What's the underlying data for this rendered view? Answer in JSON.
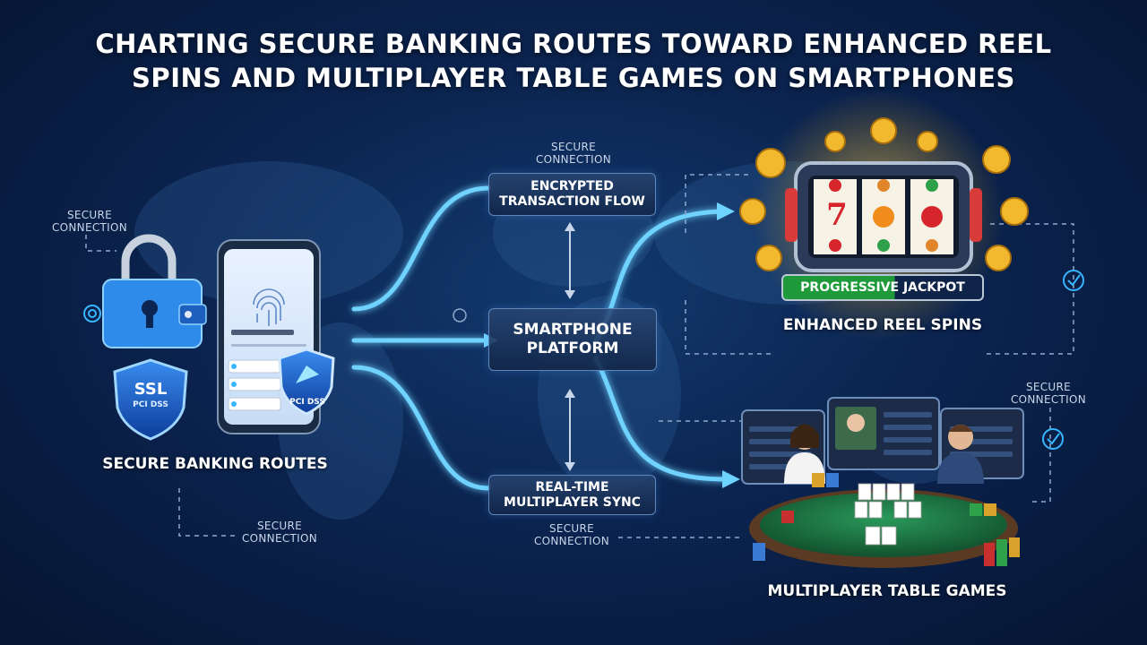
{
  "title_line1": "CHARTING SECURE BANKING ROUTES TOWARD ENHANCED REEL",
  "title_line2": "SPINS AND MULTIPLAYER TABLE GAMES ON SMARTPHONES",
  "secure_connection": "SECURE CONNECTION",
  "boxes": {
    "encrypted": "ENCRYPTED TRANSACTION FLOW",
    "platform": "SMARTPHONE PLATFORM",
    "sync": "REAL-TIME MULTIPLAYER SYNC"
  },
  "sections": {
    "banking": "SECURE BANKING ROUTES",
    "reels": "ENHANCED REEL SPINS",
    "table": "MULTIPLAYER TABLE GAMES"
  },
  "badges": {
    "ssl": "SSL",
    "pci_shield": "PCI DSS",
    "pci_phone": "PCI DSS",
    "jackpot": "PROGRESSIVE JACKPOT",
    "slot_seven": "7"
  },
  "colors": {
    "accent": "#38b6ff",
    "flow": "#6fd3ff",
    "gold": "#f2b92f",
    "felt": "#1f7a46",
    "jackpot_green": "#1f9a3a"
  }
}
